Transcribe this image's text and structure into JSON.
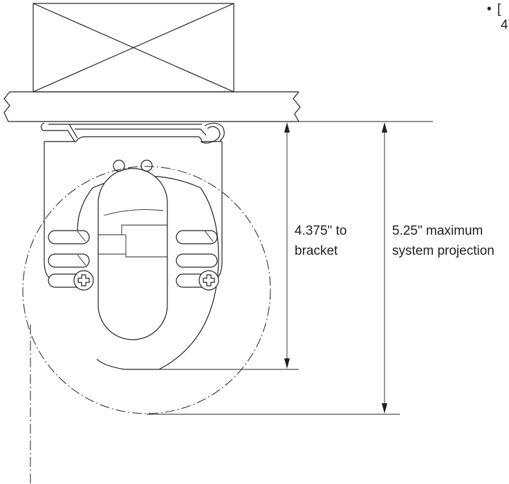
{
  "dimensions": {
    "bracket": {
      "line1": "4.375\" to",
      "line2": "bracket"
    },
    "projection": {
      "line1": "5.25\" maximum",
      "line2": "system projection"
    }
  },
  "corner_text": {
    "bullet": "•",
    "bracket_char": "[",
    "digit": "4"
  },
  "colors": {
    "stroke": "#231f20",
    "background": "#ffffff"
  }
}
